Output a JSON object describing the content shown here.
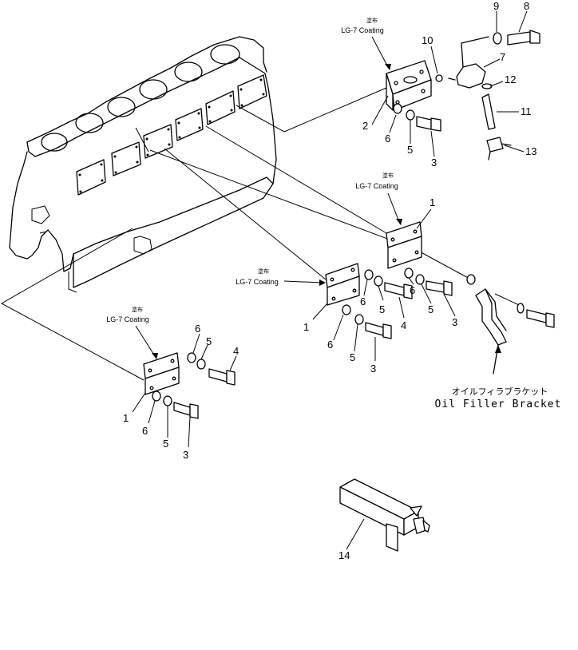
{
  "coating": {
    "jp": "塗布",
    "en": "LG-7 Coating"
  },
  "bracket_caption": {
    "jp": "オイルフィラブラケット",
    "en": "Oil Filler Bracket"
  },
  "callouts": {
    "n1": "1",
    "n2": "2",
    "n3": "3",
    "n4": "4",
    "n5": "5",
    "n6": "6",
    "n7": "7",
    "n8": "8",
    "n9": "9",
    "n10": "10",
    "n11": "11",
    "n12": "12",
    "n13": "13",
    "n14": "14"
  }
}
